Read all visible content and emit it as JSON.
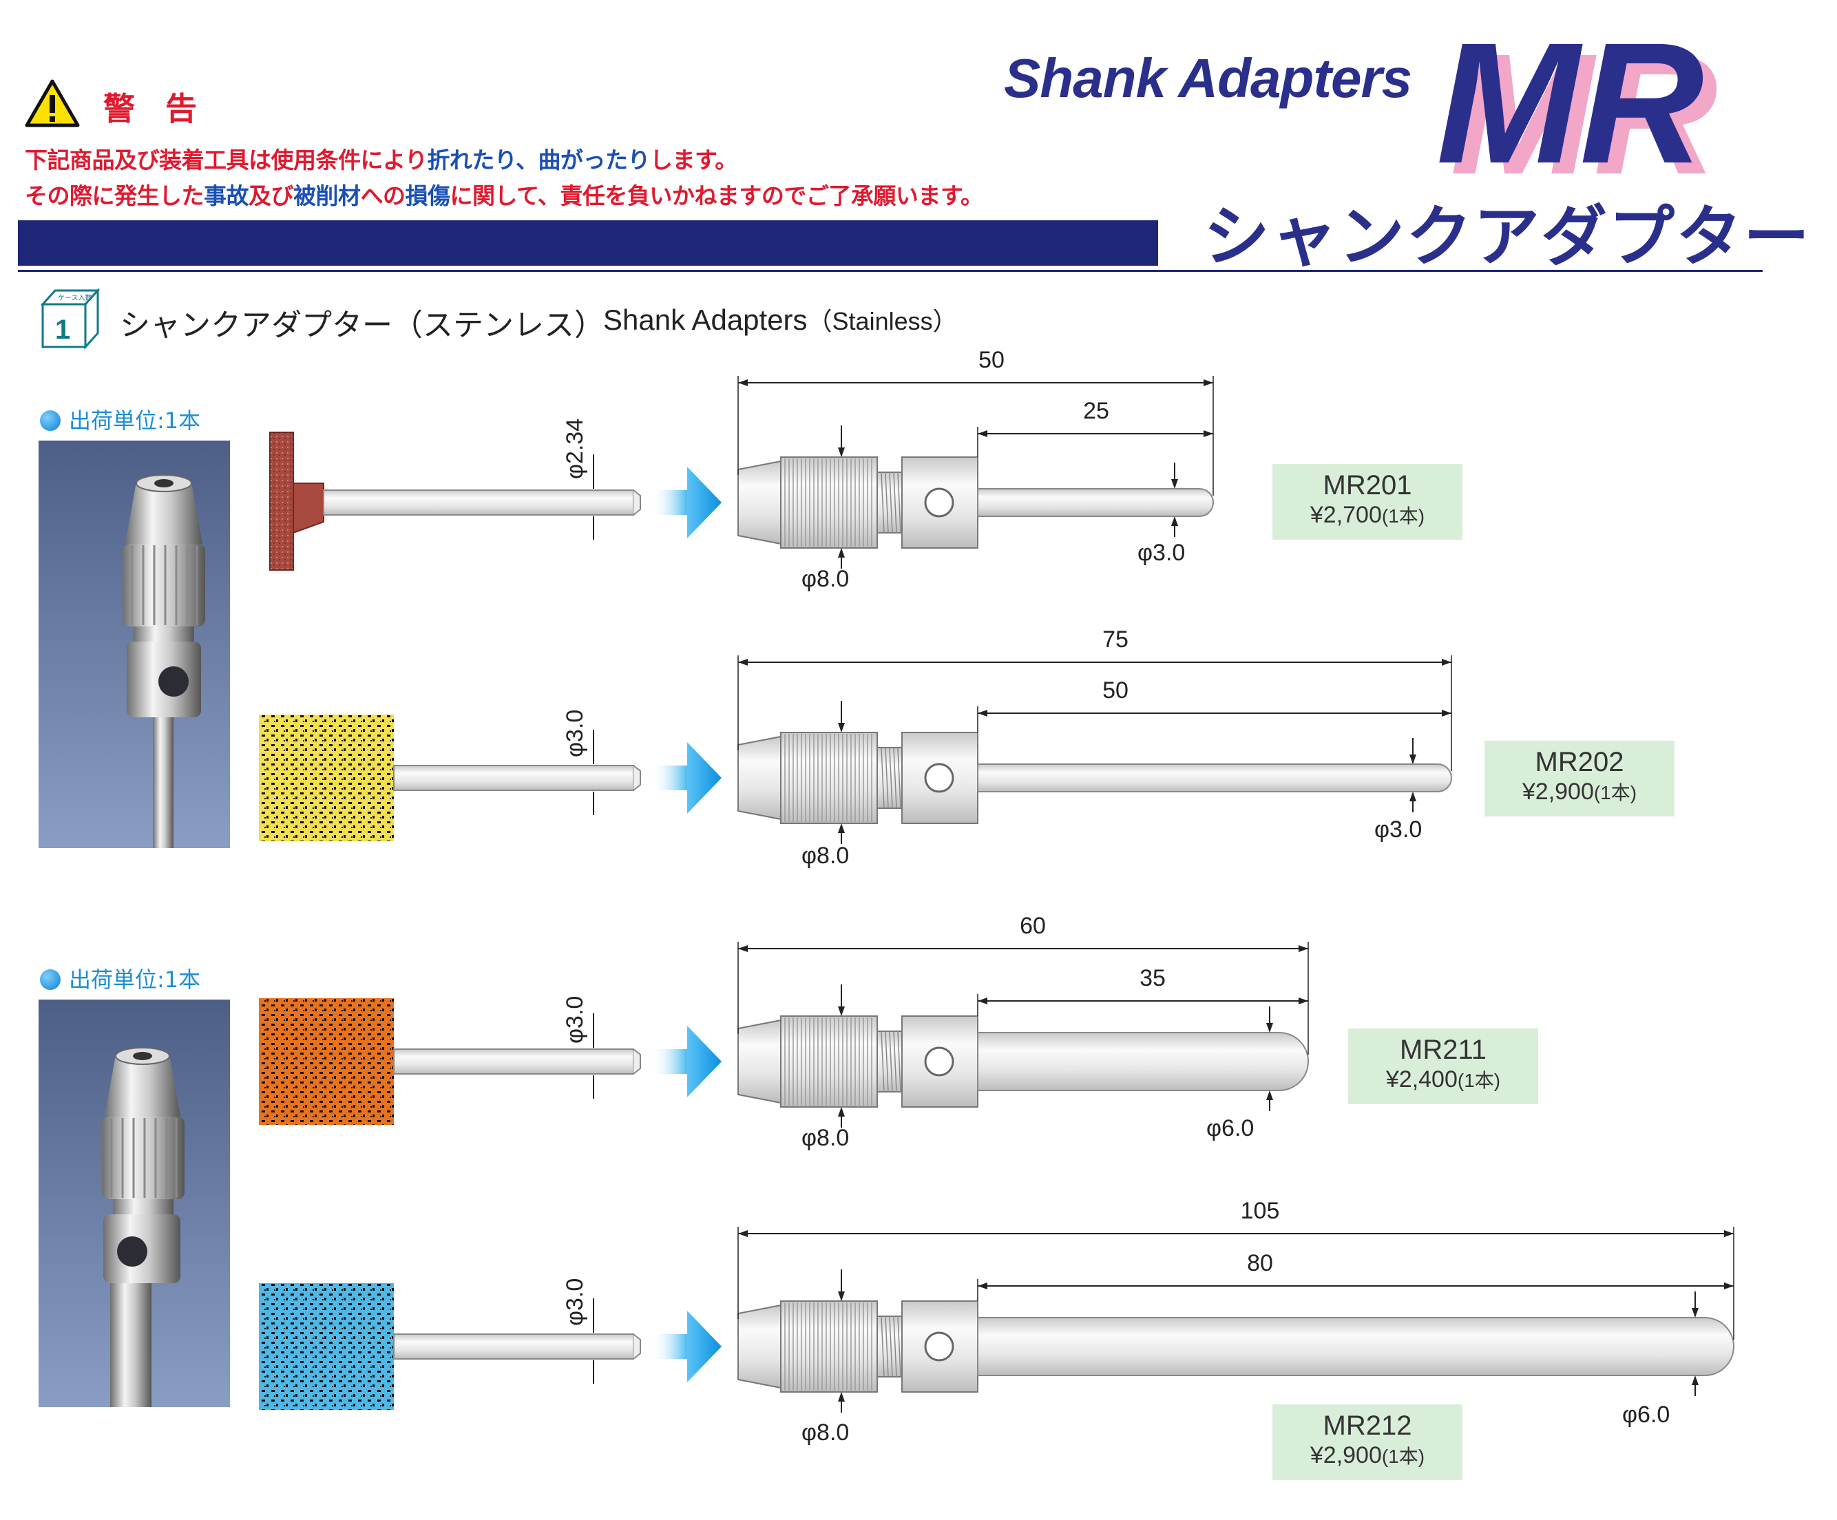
{
  "warning": {
    "title": "警 告",
    "line1": {
      "red": "下記商品及び装着工具は使用条件により",
      "blue": "折れたり、曲がったり",
      "red_end": "します。"
    },
    "line2": {
      "red1": "その際に発生した",
      "blue1": "事故",
      "red2": "及び",
      "blue2": "被削材",
      "red3": "への",
      "blue3": "損傷",
      "red4": "に関して、責任を負いかねますのでご了承願います。"
    }
  },
  "brand": {
    "english": "Shank Adapters",
    "logo": "MR",
    "japanese": "シャンクアダプター"
  },
  "section": {
    "number": "1",
    "icon_caption": "ケース入数",
    "title_ja": "シャンクアダプター（ステンレス）",
    "title_en": "Shank Adapters",
    "title_en_paren": "（Stainless）"
  },
  "ship_unit": "出荷単位:1本",
  "colors": {
    "navy": "#1e2678",
    "warning_red": "#e0192f",
    "warning_blue": "#1a4fb5",
    "box_green": "#d9eed8",
    "ship_blue": "#1d8ed8"
  },
  "products": [
    {
      "code": "MR201",
      "price": "¥2,700",
      "unit": "(1本)",
      "overall": "50",
      "shank_len": "25",
      "body_dia": "φ8.0",
      "shank_dia": "φ3.0",
      "tool_dia": "φ2.34",
      "tool": "red-disc-icon"
    },
    {
      "code": "MR202",
      "price": "¥2,900",
      "unit": "(1本)",
      "overall": "75",
      "shank_len": "50",
      "body_dia": "φ8.0",
      "shank_dia": "φ3.0",
      "tool_dia": "φ3.0",
      "tool": "yellow-wheel-icon"
    },
    {
      "code": "MR211",
      "price": "¥2,400",
      "unit": "(1本)",
      "overall": "60",
      "shank_len": "35",
      "body_dia": "φ8.0",
      "shank_dia": "φ6.0",
      "tool_dia": "φ3.0",
      "tool": "orange-wheel-icon"
    },
    {
      "code": "MR212",
      "price": "¥2,900",
      "unit": "(1本)",
      "overall": "105",
      "shank_len": "80",
      "body_dia": "φ8.0",
      "shank_dia": "φ6.0",
      "tool_dia": "φ3.0",
      "tool": "blue-wheel-icon"
    }
  ]
}
